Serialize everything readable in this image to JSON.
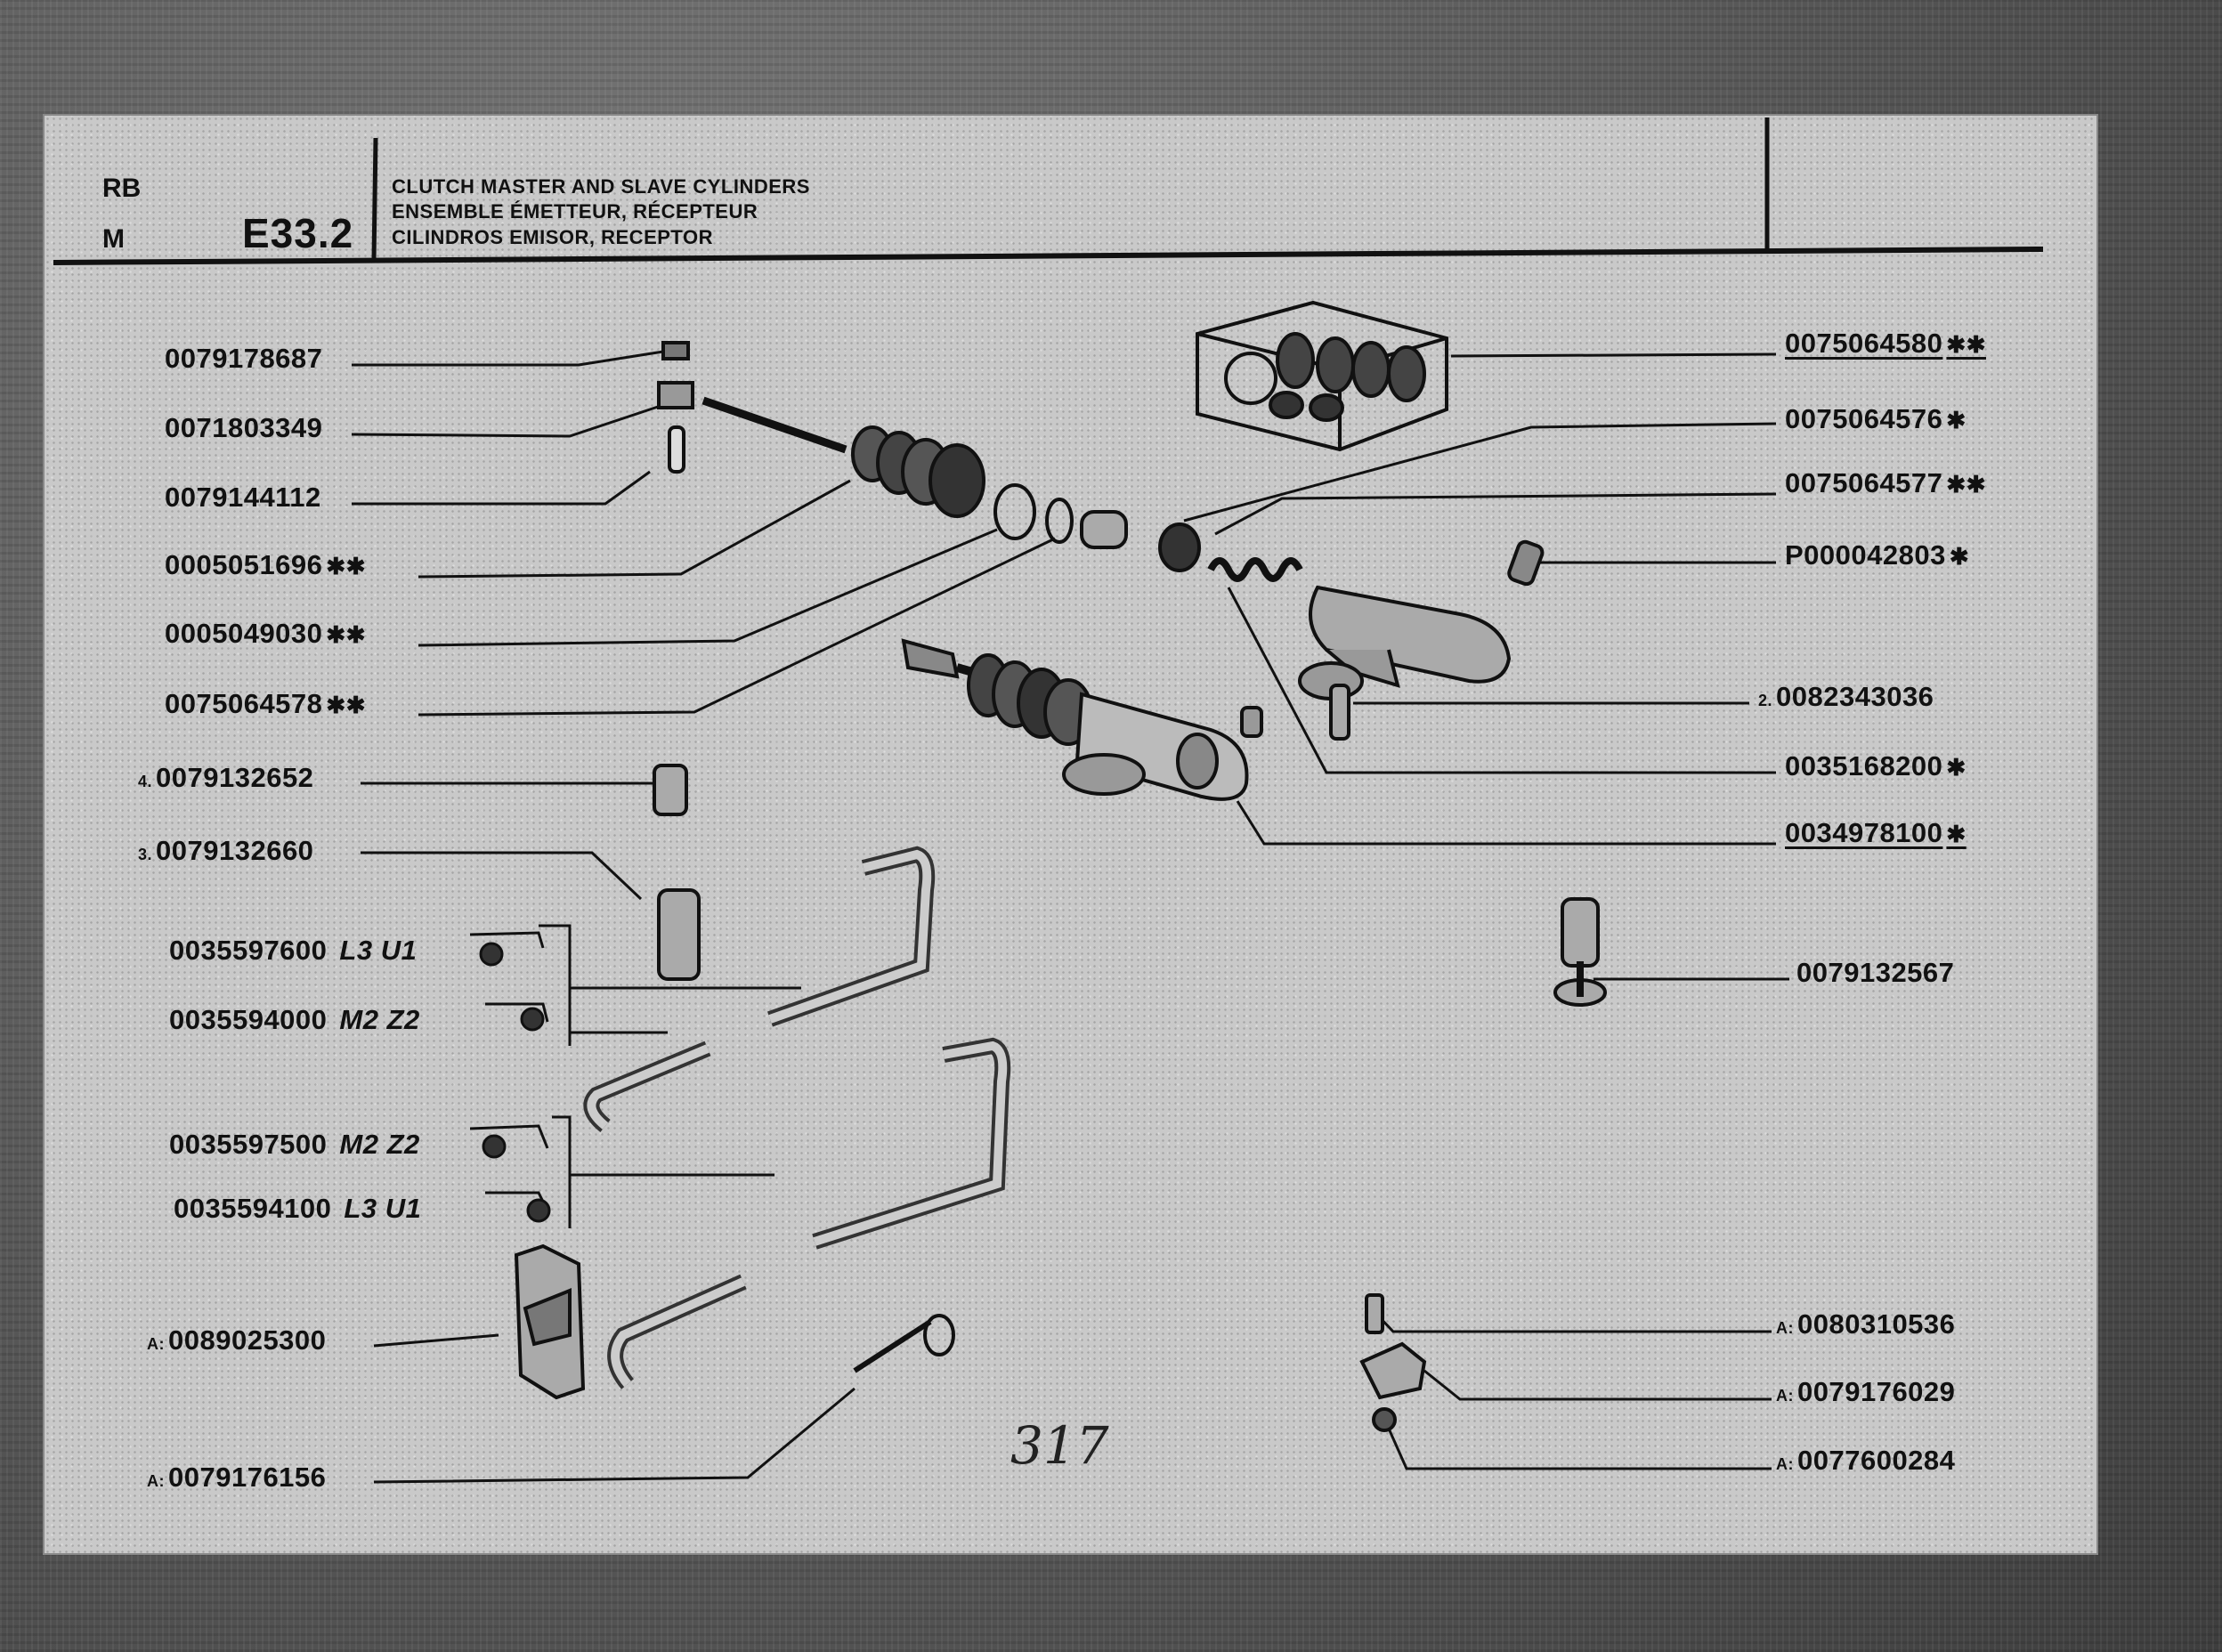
{
  "header": {
    "code_rb": "RB",
    "code_m": "M",
    "page_code": "E33.2",
    "title_en": "CLUTCH MASTER AND SLAVE CYLINDERS",
    "title_fr": "ENSEMBLE ÉMETTEUR, RÉCEPTEUR",
    "title_es": "CILINDROS EMISOR, RECEPTOR"
  },
  "left_parts": [
    {
      "prefix": "",
      "number": "0079178687",
      "mark": ""
    },
    {
      "prefix": "",
      "number": "0071803349",
      "mark": ""
    },
    {
      "prefix": "",
      "number": "0079144112",
      "mark": ""
    },
    {
      "prefix": "",
      "number": "0005051696",
      "mark": "✱✱"
    },
    {
      "prefix": "",
      "number": "0005049030",
      "mark": "✱✱"
    },
    {
      "prefix": "",
      "number": "0075064578",
      "mark": "✱✱"
    },
    {
      "prefix": "4.",
      "number": "0079132652",
      "mark": ""
    },
    {
      "prefix": "3.",
      "number": "0079132660",
      "mark": ""
    }
  ],
  "pipe_parts": [
    {
      "number": "0035597600",
      "variant": "L3  U1"
    },
    {
      "number": "0035594000",
      "variant": "M2  Z2"
    },
    {
      "number": "0035597500",
      "variant": "M2  Z2"
    },
    {
      "number": "0035594100",
      "variant": "L3  U1"
    }
  ],
  "left_lower_parts": [
    {
      "prefix": "A:",
      "number": "0089025300"
    },
    {
      "prefix": "A:",
      "number": "0079176156"
    }
  ],
  "right_parts": [
    {
      "prefix": "",
      "number": "0075064580",
      "mark": "✱✱"
    },
    {
      "prefix": "",
      "number": "0075064576",
      "mark": "✱"
    },
    {
      "prefix": "",
      "number": "0075064577",
      "mark": "✱✱"
    },
    {
      "prefix": "",
      "number": "P000042803",
      "mark": "✱"
    },
    {
      "prefix": "2.",
      "number": "0082343036",
      "mark": ""
    },
    {
      "prefix": "",
      "number": "0035168200",
      "mark": "✱"
    },
    {
      "prefix": "",
      "number": "0034978100",
      "mark": "✱"
    },
    {
      "prefix": "",
      "number": "0079132567",
      "mark": ""
    }
  ],
  "right_lower_parts": [
    {
      "prefix": "A:",
      "number": "0080310536"
    },
    {
      "prefix": "A:",
      "number": "0079176029"
    },
    {
      "prefix": "A:",
      "number": "0077600284"
    }
  ],
  "page_number": "317"
}
